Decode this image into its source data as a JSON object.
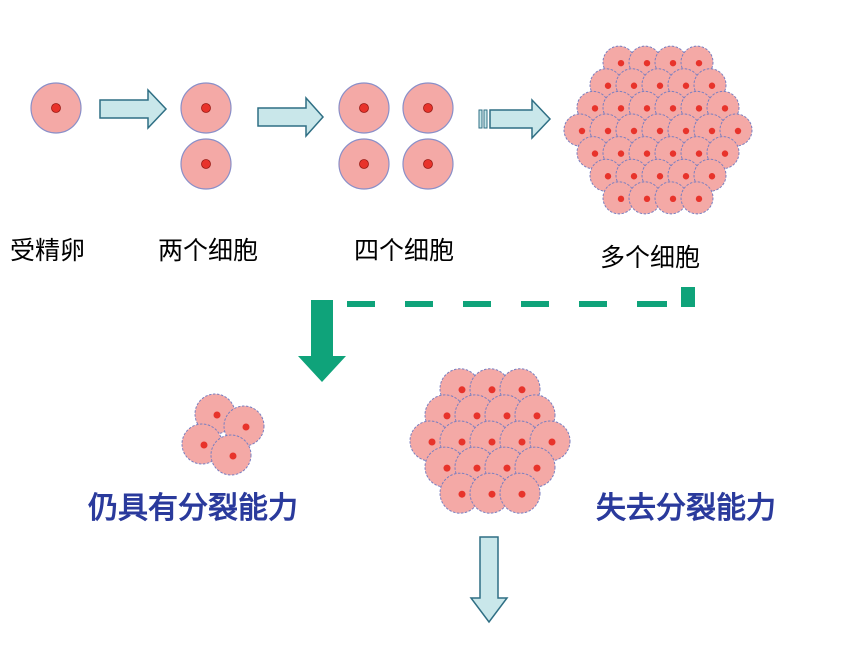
{
  "stages": [
    {
      "label": "受精卵"
    },
    {
      "label": "两个细胞"
    },
    {
      "label": "四个细胞"
    },
    {
      "label": "多个细胞"
    }
  ],
  "outcomes": {
    "divide_label": "仍具有分裂能力",
    "no_divide_label": "失去分裂能力"
  },
  "colors": {
    "cell_fill": "#f4a9a6",
    "cell_stroke": "#8a8fc8",
    "nucleus": "#e8332b",
    "arrow_fill": "#c9e7ea",
    "arrow_stroke": "#2f6f84",
    "green": "#0fa37a",
    "label_blue": "#2a3a9c"
  }
}
